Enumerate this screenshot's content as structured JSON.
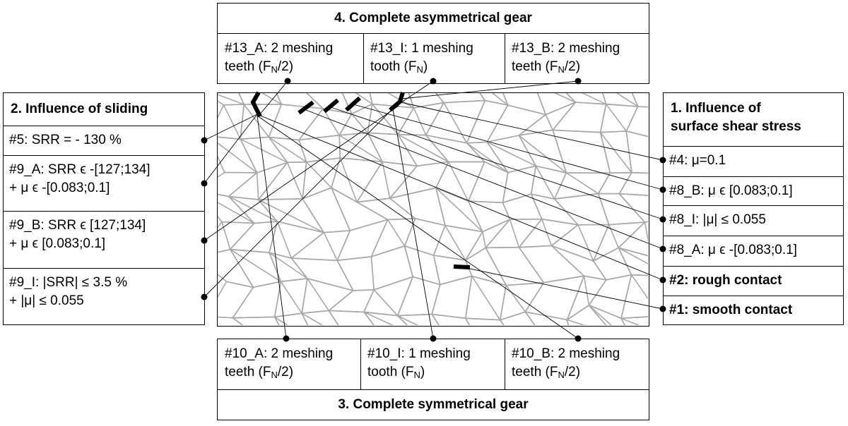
{
  "top": {
    "title": "4. Complete asymmetrical gear",
    "cells": [
      {
        "line1": "#13_A: 2 meshing",
        "line2_pre": "teeth (F",
        "sub": "N",
        "line2_post": "/2)"
      },
      {
        "line1": "#13_I: 1 meshing",
        "line2_pre": "tooth (F",
        "sub": "N",
        "line2_post": ")"
      },
      {
        "line1": "#13_B: 2 meshing",
        "line2_pre": "teeth (F",
        "sub": "N",
        "line2_post": "/2)"
      }
    ]
  },
  "bottom": {
    "title": "3. Complete symmetrical gear",
    "cells": [
      {
        "line1": "#10_A: 2 meshing",
        "line2_pre": "teeth (F",
        "sub": "N",
        "line2_post": "/2)"
      },
      {
        "line1": "#10_I: 1 meshing",
        "line2_pre": "tooth (F",
        "sub": "N",
        "line2_post": ")"
      },
      {
        "line1": "#10_B: 2 meshing",
        "line2_pre": "teeth (F",
        "sub": "N",
        "line2_post": "/2)"
      }
    ]
  },
  "left": {
    "title": "2. Influence of sliding",
    "items": [
      {
        "line1": "#5: SRR = - 130 %",
        "line2": ""
      },
      {
        "line1": "#9_A: SRR ϵ -[127;134]",
        "line2": "+ μ ϵ -[0.083;0.1]"
      },
      {
        "line1": "#9_B: SRR ϵ [127;134]",
        "line2": "+ μ ϵ [0.083;0.1]"
      },
      {
        "line1": "#9_I: |SRR| ≤ 3.5 %",
        "line2": "+ |μ| ≤ 0.055"
      }
    ]
  },
  "right": {
    "title_line1": "1. Influence of",
    "title_line2": "surface shear stress",
    "items": [
      {
        "text": "#4: μ=0.1",
        "bold": false
      },
      {
        "text": "#8_B: μ ϵ [0.083;0.1]",
        "bold": false
      },
      {
        "text": "#8_I: |μ| ≤ 0.055",
        "bold": false
      },
      {
        "text": "#8_A: μ ϵ -[0.083;0.1]",
        "bold": false
      },
      {
        "text": "#2: rough contact",
        "bold": true
      },
      {
        "text": "#1: smooth contact",
        "bold": true
      }
    ]
  },
  "colors": {
    "grain": "#a8a8a8",
    "line": "#000000"
  }
}
